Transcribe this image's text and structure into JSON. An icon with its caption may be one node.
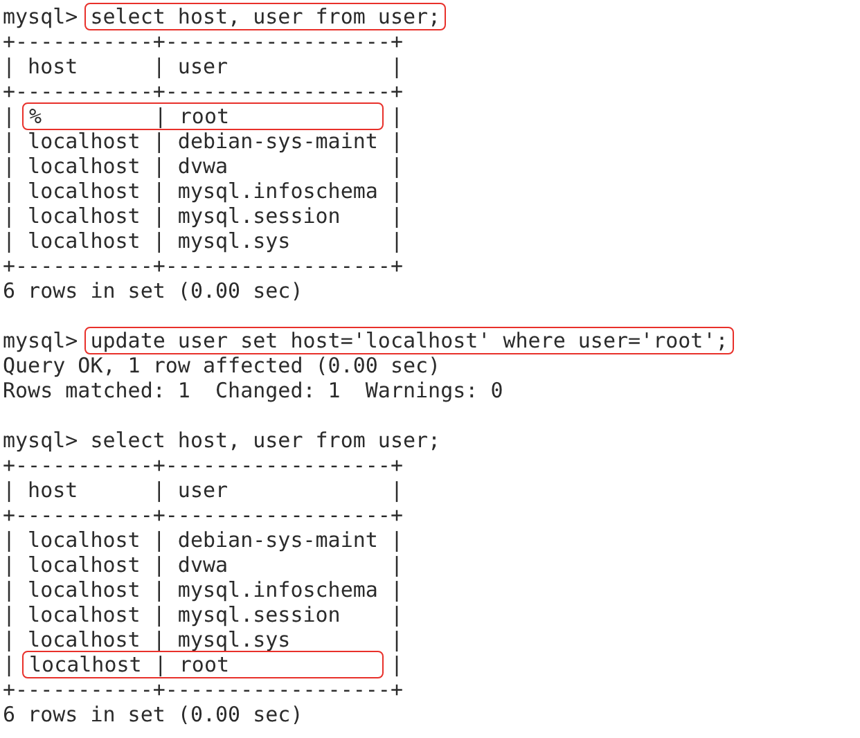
{
  "diagram": {
    "nodes": [
      {
        "text": [
          "select host, user from user;"
        ]
      },
      {
        "text": [
          "%         | root"
        ]
      },
      {
        "text": [
          "update user set host='localhost' where user='root';"
        ]
      },
      {
        "text": [
          "localhost | root"
        ]
      }
    ],
    "labels": [
      "mysql>",
      "+-----------+------------------+",
      "| host      | user             |",
      "+-----------+------------------+",
      "|",
      "|",
      "| localhost | debian-sys-maint |",
      "| localhost | dvwa             |",
      "| localhost | mysql.infoschema |",
      "| localhost | mysql.session    |",
      "| localhost | mysql.sys        |",
      "+-----------+------------------+",
      "6 rows in set (0.00 sec)",
      "mysql>",
      "Query OK, 1 row affected (0.00 sec)",
      "Rows matched: 1  Changed: 1  Warnings: 0",
      "mysql> select host, user from user;",
      "+-----------+------------------+",
      "| host      | user             |",
      "+-----------+------------------+",
      "| localhost | debian-sys-maint |",
      "| localhost | dvwa             |",
      "| localhost | mysql.infoschema |",
      "| localhost | mysql.session    |",
      "| localhost | mysql.sys        |",
      "|",
      "|",
      "+-----------+------------------+",
      "6 rows in set (0.00 sec)"
    ]
  }
}
